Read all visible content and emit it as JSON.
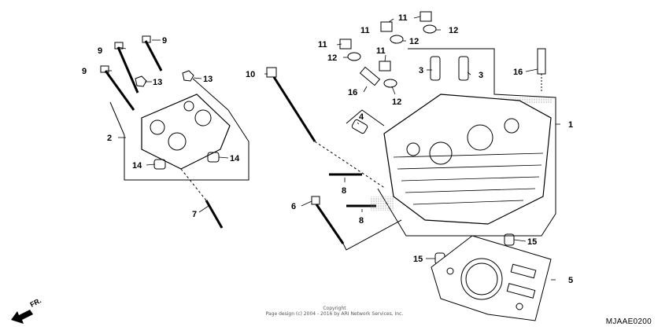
{
  "diagram": {
    "callouts": [
      "1",
      "2",
      "3",
      "3",
      "4",
      "5",
      "6",
      "7",
      "8",
      "8",
      "9",
      "9",
      "9",
      "10",
      "11",
      "11",
      "11",
      "11",
      "12",
      "12",
      "12",
      "12",
      "13",
      "13",
      "14",
      "14",
      "15",
      "15",
      "16",
      "16"
    ],
    "direction_label": "FR.",
    "copyright_line1": "Copyright",
    "copyright_line2": "Page design (c) 2004 - 2016 by ARI Network Services, Inc.",
    "diagram_code": "MJAAE0200"
  },
  "colors": {
    "line": "#000000",
    "background": "#ffffff",
    "hatch": "#888888"
  }
}
